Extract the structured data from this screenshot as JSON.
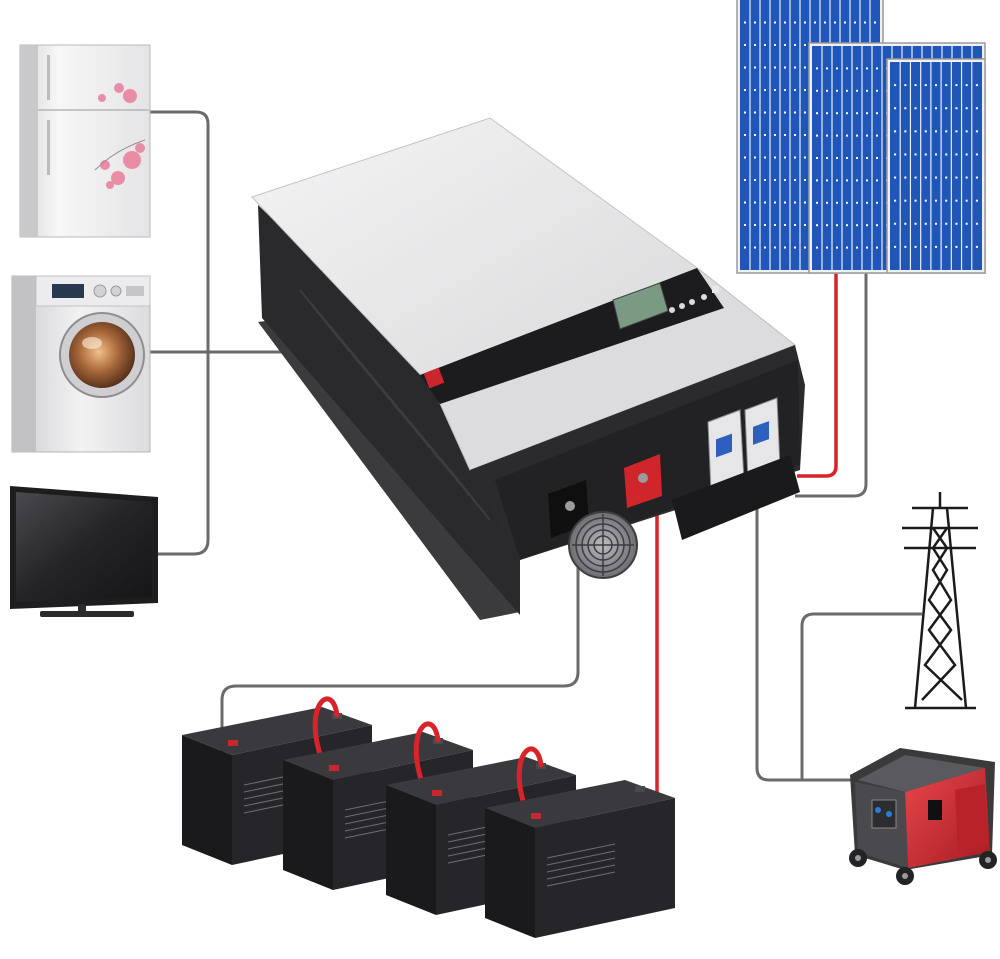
{
  "diagram": {
    "components": [
      {
        "id": "refrigerator",
        "kind": "appliance"
      },
      {
        "id": "washing-machine",
        "kind": "appliance"
      },
      {
        "id": "television",
        "kind": "appliance"
      },
      {
        "id": "inverter",
        "kind": "hybrid-solar-inverter"
      },
      {
        "id": "solar-panels",
        "kind": "pv-array",
        "count": 3
      },
      {
        "id": "transmission-tower",
        "kind": "utility-grid"
      },
      {
        "id": "generator",
        "kind": "portable-generator"
      },
      {
        "id": "battery-bank",
        "kind": "lead-acid-batteries",
        "count": 4
      }
    ],
    "connections": [
      {
        "from": "refrigerator",
        "to": "inverter",
        "color": "#6b6b6b"
      },
      {
        "from": "washing-machine",
        "to": "inverter",
        "color": "#6b6b6b"
      },
      {
        "from": "television",
        "to": "inverter",
        "color": "#6b6b6b"
      },
      {
        "from": "solar-panels",
        "to": "inverter",
        "color": "#d8232a"
      },
      {
        "from": "solar-panels",
        "to": "inverter",
        "color": "#6b6b6b"
      },
      {
        "from": "transmission-tower",
        "to": "inverter",
        "color": "#6b6b6b"
      },
      {
        "from": "generator",
        "to": "inverter",
        "color": "#6b6b6b"
      },
      {
        "from": "battery-bank",
        "to": "inverter",
        "color": "#d8232a"
      },
      {
        "from": "battery-bank",
        "to": "inverter",
        "color": "#6b6b6b"
      }
    ],
    "colors": {
      "wire_gray": "#6b6b6b",
      "wire_red": "#d8232a",
      "inverter_body": "#e9e9ea",
      "inverter_side": "#2a2a2c",
      "solar_cell": "#1f56b8",
      "battery": "#26262a",
      "generator_red": "#d42a30"
    }
  }
}
